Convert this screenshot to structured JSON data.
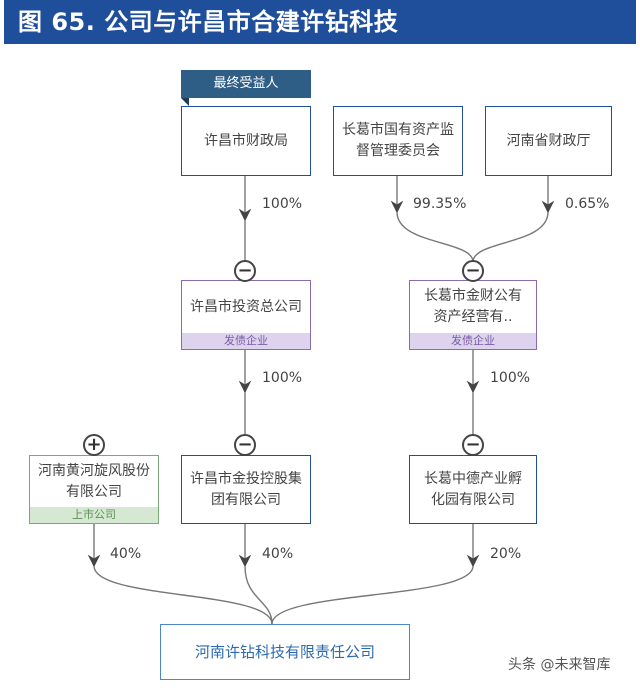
{
  "title": "图 65. 公司与许昌市合建许钻科技",
  "ribbon": "最终受益人",
  "nodes": {
    "xuchang_finance": "许昌市财政局",
    "changge_sasac": "长葛市国有资产监督管理委员会",
    "henan_finance": "河南省财政厅",
    "xuchang_invest": "许昌市投资总公司",
    "changge_jincai": "长葛市金财公有资产经营有..",
    "huanghe": "河南黄河旋风股份有限公司",
    "xuchang_jintou": "许昌市金投控股集团有限公司",
    "changge_zhongde": "长葛中德产业孵化园有限公司",
    "xuzuan": "河南许钻科技有限责任公司"
  },
  "tags": {
    "xuchang_invest": "发债企业",
    "changge_jincai": "发债企业",
    "huanghe": "上市公司"
  },
  "percents": {
    "p1": "100%",
    "p2": "99.35%",
    "p3": "0.65%",
    "p4": "100%",
    "p5": "100%",
    "p6": "40%",
    "p7": "40%",
    "p8": "20%"
  },
  "toggles": {
    "minus": "−",
    "plus": "+"
  },
  "watermark": "头条 @未来智库"
}
